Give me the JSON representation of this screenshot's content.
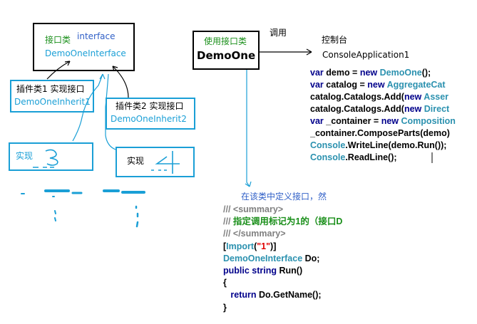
{
  "interface_box": {
    "label": "接口类",
    "type": "interface",
    "name": "DemoOneInterface"
  },
  "plugin1_box": {
    "label": "插件类1 实现接口",
    "name": "DemoOneInherit1"
  },
  "plugin2_box": {
    "label": "插件类2 实现接口",
    "name": "DemoOneInherit2"
  },
  "impl1_box": {
    "label": "实现"
  },
  "impl2_box": {
    "label": "实现"
  },
  "user_box": {
    "label": "使用接口类",
    "name": "DemoOne"
  },
  "call_label": "调用",
  "console_label": "控制台",
  "console_app": "ConsoleApplication1",
  "define_note": "在该类中定义接口，然",
  "colors": {
    "black": "#000000",
    "cyan": "#1a9fd6",
    "green": "#1a8f1a",
    "blue": "#2f5fc7",
    "navy": "#00008b",
    "teal": "#2b91af",
    "brown": "#a31515",
    "red": "#e00000",
    "gray": "#808080"
  },
  "main_code": {
    "lines": [
      [
        {
          "t": "var ",
          "c": "navy"
        },
        {
          "t": "demo = ",
          "c": "black"
        },
        {
          "t": "new ",
          "c": "navy"
        },
        {
          "t": "DemoOne",
          "c": "teal"
        },
        {
          "t": "();",
          "c": "black"
        }
      ],
      [
        {
          "t": "var ",
          "c": "navy"
        },
        {
          "t": "catalog = ",
          "c": "black"
        },
        {
          "t": "new ",
          "c": "navy"
        },
        {
          "t": "AggregateCat",
          "c": "teal"
        }
      ],
      [
        {
          "t": "catalog.Catalogs.Add(",
          "c": "black"
        },
        {
          "t": "new ",
          "c": "navy"
        },
        {
          "t": "Asser",
          "c": "teal"
        }
      ],
      [
        {
          "t": "catalog.Catalogs.Add(",
          "c": "black"
        },
        {
          "t": "new ",
          "c": "navy"
        },
        {
          "t": "Direct",
          "c": "teal"
        }
      ],
      [
        {
          "t": "var ",
          "c": "navy"
        },
        {
          "t": "_container = ",
          "c": "black"
        },
        {
          "t": "new ",
          "c": "navy"
        },
        {
          "t": "Composition",
          "c": "teal"
        }
      ],
      [
        {
          "t": "_container.ComposeParts(demo)",
          "c": "black"
        }
      ],
      [
        {
          "t": "Console",
          "c": "teal"
        },
        {
          "t": ".WriteLine(demo.Run());",
          "c": "black"
        }
      ],
      [
        {
          "t": "Console",
          "c": "teal"
        },
        {
          "t": ".ReadLine();",
          "c": "black"
        }
      ]
    ]
  },
  "class_code": {
    "lines": [
      [
        {
          "t": "/// ",
          "c": "gray"
        },
        {
          "t": "<summary>",
          "c": "gray"
        }
      ],
      [
        {
          "t": "/// ",
          "c": "gray"
        },
        {
          "t": "指定调用标记为1的（接口D",
          "c": "green"
        }
      ],
      [
        {
          "t": "/// ",
          "c": "gray"
        },
        {
          "t": "</summary>",
          "c": "gray"
        }
      ],
      [
        {
          "t": "[",
          "c": "black"
        },
        {
          "t": "Import",
          "c": "teal"
        },
        {
          "t": "(",
          "c": "black"
        },
        {
          "t": "\"1\"",
          "c": "red"
        },
        {
          "t": ")]",
          "c": "black"
        }
      ],
      [
        {
          "t": "DemoOneInterface ",
          "c": "teal"
        },
        {
          "t": "Do;",
          "c": "black"
        }
      ],
      [
        {
          "t": "public ",
          "c": "navy"
        },
        {
          "t": "string ",
          "c": "navy"
        },
        {
          "t": "Run()",
          "c": "black"
        }
      ],
      [
        {
          "t": "{",
          "c": "black"
        }
      ],
      [
        {
          "t": "   return ",
          "c": "navy"
        },
        {
          "t": "Do.GetName();",
          "c": "black"
        }
      ],
      [
        {
          "t": "}",
          "c": "black"
        }
      ]
    ]
  }
}
